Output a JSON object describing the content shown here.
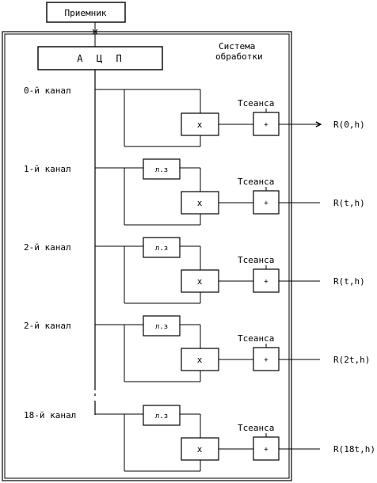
{
  "receiver": {
    "label": "Приемник"
  },
  "system": {
    "title_line1": "Система",
    "title_line2": "обработки"
  },
  "adc": {
    "label": "А  Ц  П"
  },
  "channels": [
    {
      "name": "0-й  канал",
      "has_delay": false,
      "delay_label": "",
      "mult": "x",
      "sum": "+",
      "tsession": "Тсеанса",
      "output": "R(0,h)"
    },
    {
      "name": "1-й канал",
      "has_delay": true,
      "delay_label": "л.з",
      "mult": "x",
      "sum": "+",
      "tsession": "Тсеанса",
      "output": "R(t,h)"
    },
    {
      "name": "2-й канал",
      "has_delay": true,
      "delay_label": "л.з",
      "mult": "x",
      "sum": "+",
      "tsession": "Тсеанса",
      "output": "R(t,h)"
    },
    {
      "name": "2-й канал",
      "has_delay": true,
      "delay_label": "л.з",
      "mult": "x",
      "sum": "+",
      "tsession": "Тсеанса",
      "output": "R(2t,h)"
    },
    {
      "name": "18-й канал",
      "has_delay": true,
      "delay_label": "л.з",
      "mult": "x",
      "sum": "+",
      "tsession": "Тсеанса",
      "output": "R(18t,h)"
    }
  ]
}
